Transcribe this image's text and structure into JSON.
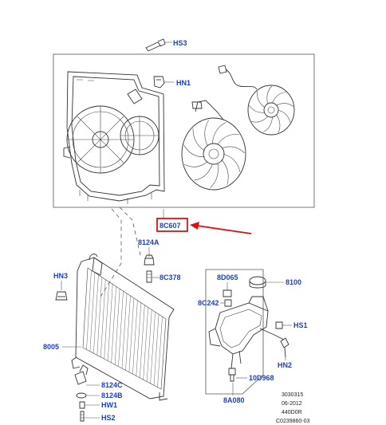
{
  "labels": {
    "hs3": "HS3",
    "hn1": "HN1",
    "c8607": "8C607",
    "c8124a": "8124A",
    "c8c378": "8C378",
    "hn3": "HN3",
    "c8005": "8005",
    "c8124c": "8124C",
    "c8124b": "8124B",
    "hw1": "HW1",
    "hs2": "HS2",
    "c8d065": "8D065",
    "c8100": "8100",
    "c8c242": "8C242",
    "hs1": "HS1",
    "hn2": "HN2",
    "c10d968": "10D968",
    "c8a080": "8A080"
  },
  "reference": {
    "line1": "3030315",
    "line2": "06-2012",
    "line3": "440D0R",
    "line4": "C0239860-03"
  },
  "colors": {
    "label_text": "#1f3fbf",
    "highlight_box": "#e01010",
    "arrow": "#e01010",
    "line_art": "#333333"
  }
}
